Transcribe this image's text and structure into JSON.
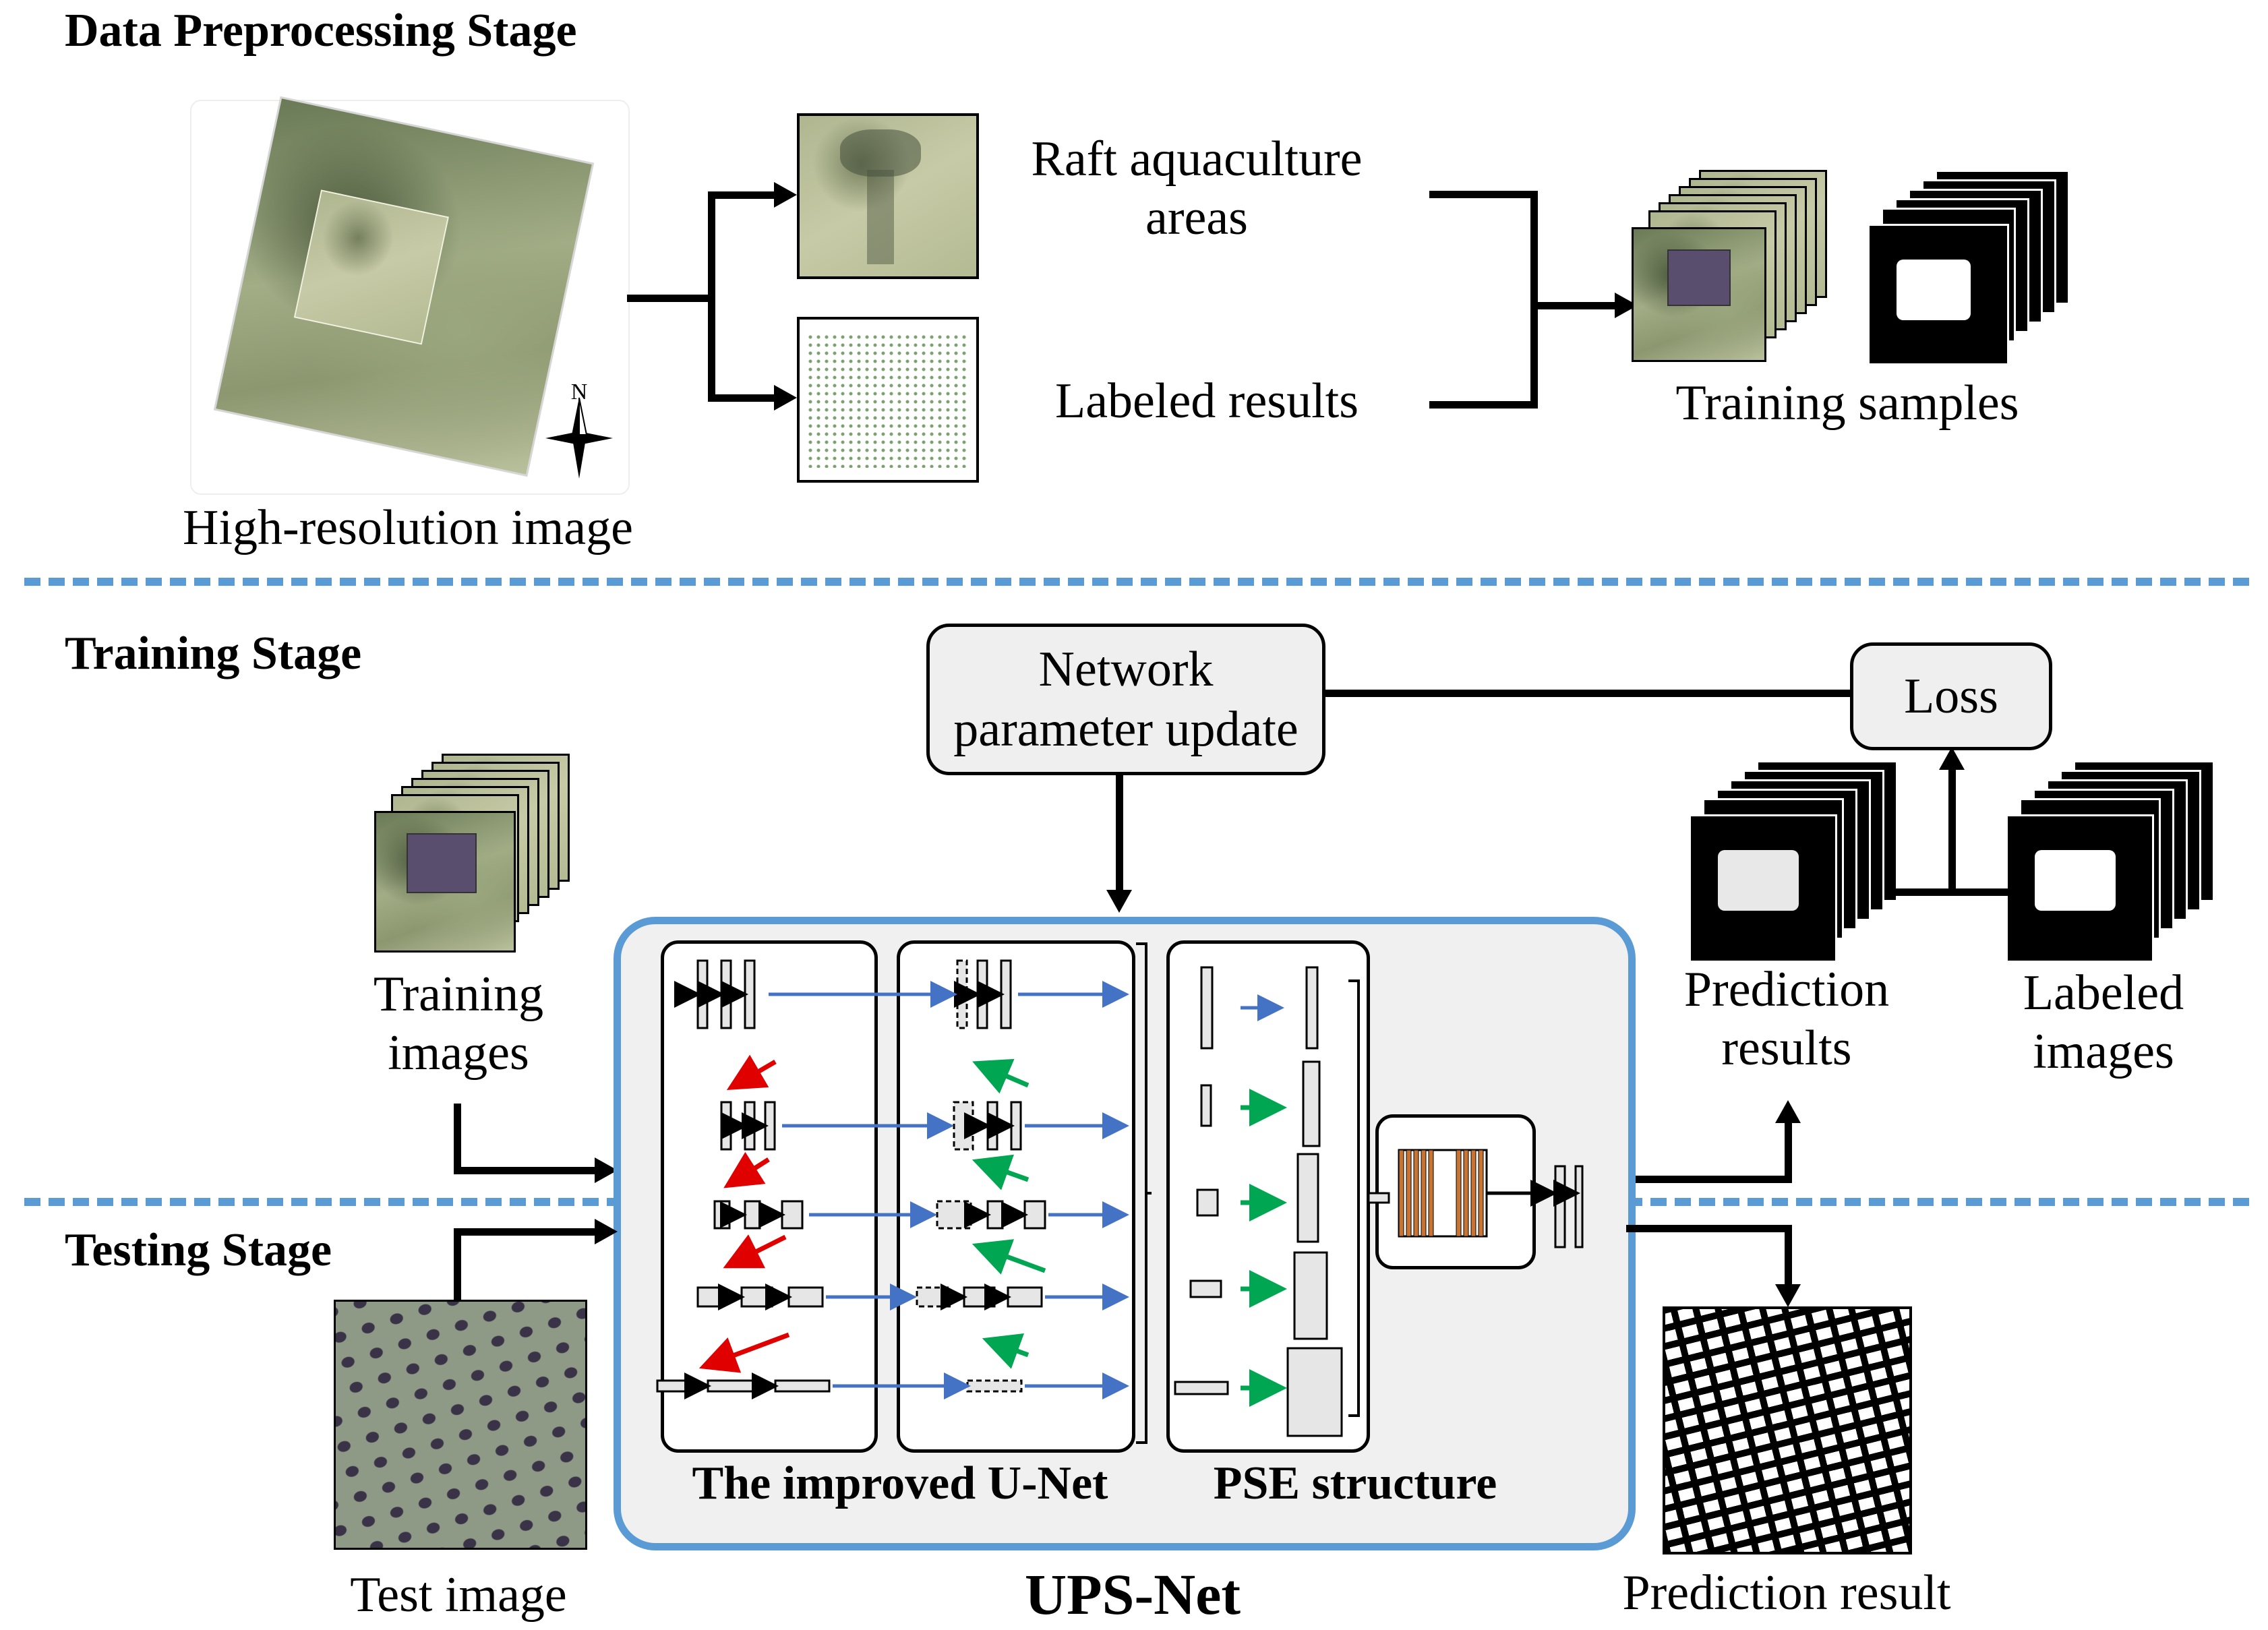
{
  "stages": {
    "preprocessing": "Data Preprocessing Stage",
    "training": "Training  Stage",
    "testing": "Testing  Stage"
  },
  "preprocessing": {
    "source_caption": "High-resolution  image",
    "north_label": "N",
    "raft_label": "Raft  aquaculture areas",
    "labeled_label": "Labeled  results",
    "samples_caption": "Training  samples"
  },
  "training": {
    "update_box": "Network parameter  update",
    "loss_box": "Loss",
    "training_images": "Training images",
    "prediction_results": "Prediction results",
    "labeled_images": "Labeled images"
  },
  "network": {
    "unet_label": "The  improved  U-Net",
    "pse_label": "PSE structure",
    "name": "UPS-Net"
  },
  "testing": {
    "test_image": "Test  image",
    "prediction_result": "Prediction  result"
  },
  "colors": {
    "divider": "#5b9bd5",
    "panel_border": "#5b9bd5",
    "panel_fill": "#f0f0f0",
    "arrow_blue": "#4472c4",
    "arrow_red": "#e00000",
    "arrow_green": "#00a651"
  }
}
